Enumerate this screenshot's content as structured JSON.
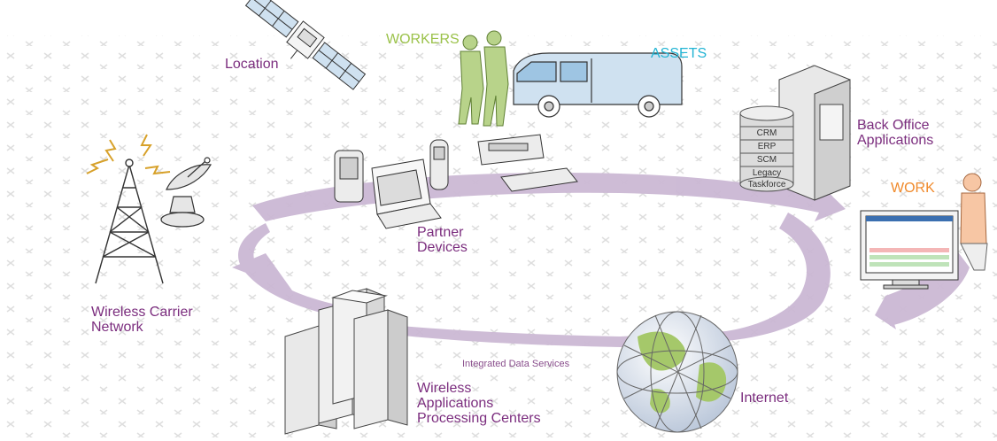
{
  "labels": {
    "location": "Location",
    "workers": "WORKERS",
    "assets": "ASSETS",
    "back_office_line1": "Back Office",
    "back_office_line2": "Applications",
    "work": "WORK",
    "partner_line1": "Partner",
    "partner_line2": "Devices",
    "carrier_line1": "Wireless Carrier",
    "carrier_line2": "Network",
    "integrated": "Integrated Data Services",
    "wapc_line1": "Wireless",
    "wapc_line2": "Applications",
    "wapc_line3": "Processing Centers",
    "internet": "Internet"
  },
  "databases": [
    "CRM",
    "ERP",
    "SCM",
    "Legacy",
    "Taskforce"
  ],
  "colors": {
    "label_purple": "#7b2d7e",
    "workers_green": "#9bc24a",
    "assets_cyan": "#22b4d4",
    "work_orange": "#f08a2c",
    "loop_lilac": "#c9b4d2"
  }
}
